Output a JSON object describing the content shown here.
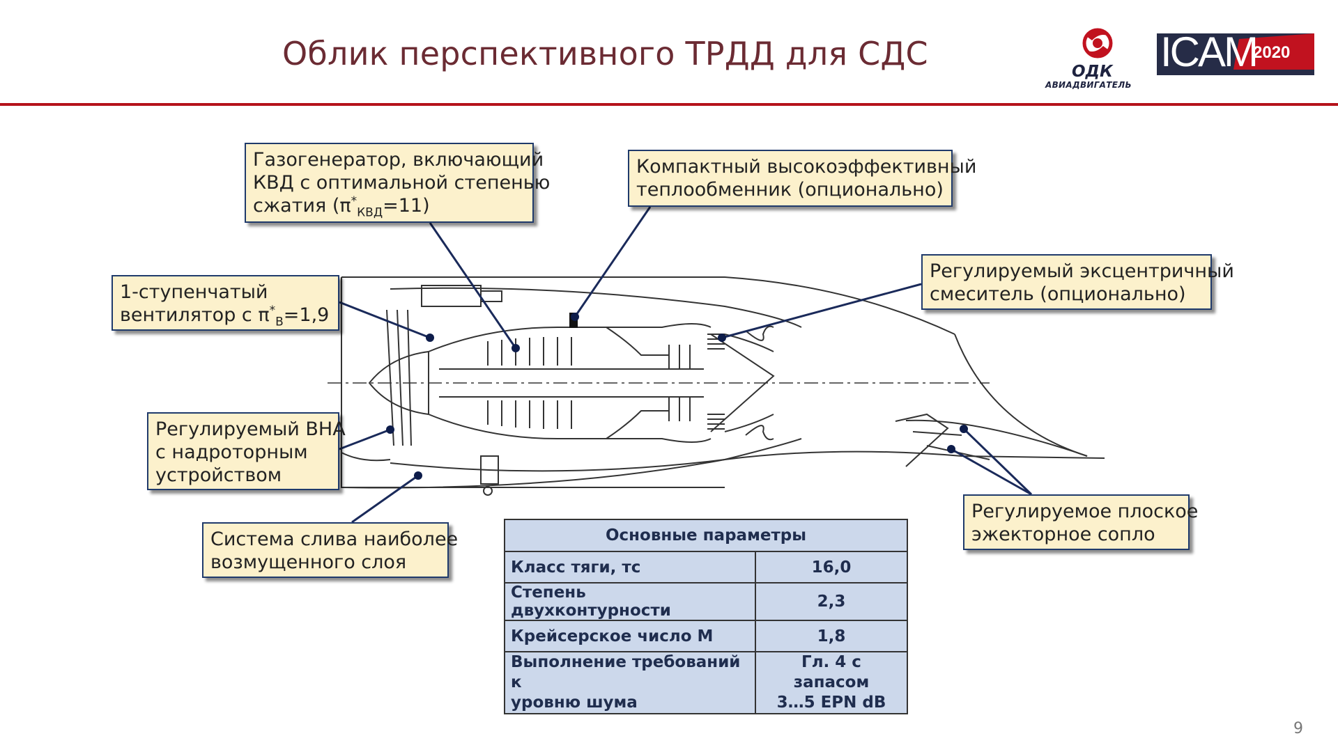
{
  "title": "Облик перспективного ТРДД для СДС",
  "logos": {
    "odk_word": "ОДК",
    "odk_sub": "АВИАДВИГАТЕЛЬ",
    "icam_word": "ICAM",
    "icam_year": "2020",
    "colors": {
      "odk_red": "#c1121f",
      "icam_navy": "#262c47",
      "icam_red": "#c1121f"
    }
  },
  "callouts": {
    "gasgen": {
      "line1": "Газогенератор, включающий",
      "line2": "КВД с оптимальной степенью",
      "line3_pre": "сжатия (π",
      "line3_sup": "*",
      "line3_sub": "КВД",
      "line3_post": "=11)"
    },
    "heatex": {
      "line1": "Компактный высокоэффективный",
      "line2": "теплообменник (опционально)"
    },
    "fan": {
      "line1": "1-ступенчатый",
      "line2_pre": "вентилятор с π",
      "line2_sup": "*",
      "line2_sub": "В",
      "line2_post": "=1,9"
    },
    "mixer": {
      "line1": "Регулируемый эксцентричный",
      "line2": "смеситель (опционально)"
    },
    "vane": {
      "line1": "Регулируемый ВНА",
      "line2": "с надроторным",
      "line3": "устройством"
    },
    "bleed": {
      "line1": "Система слива наиболее",
      "line2": "возмущенного слоя"
    },
    "nozzle": {
      "line1": "Регулируемое плоское",
      "line2": "эжекторное сопло"
    }
  },
  "params_table": {
    "header": "Основные параметры",
    "rows": [
      {
        "label": "Класс тяги, тс",
        "value": "16,0"
      },
      {
        "label": "Степень двухконтурности",
        "value": "2,3"
      },
      {
        "label": "Крейсерское число М",
        "value": "1,8"
      },
      {
        "label_line1": "Выполнение требований к",
        "label_line2": "уровню шума",
        "value_line1": "Гл. 4 с запасом",
        "value_line2": "3…5 EPN dB"
      }
    ]
  },
  "page_number": "9",
  "colors": {
    "title": "#6b2b33",
    "rule": "#b5121b",
    "callout_bg": "#fcf1cc",
    "callout_border": "#1f3a6b",
    "leader": "#1a2a5a",
    "table_bg": "#ccd8eb"
  }
}
